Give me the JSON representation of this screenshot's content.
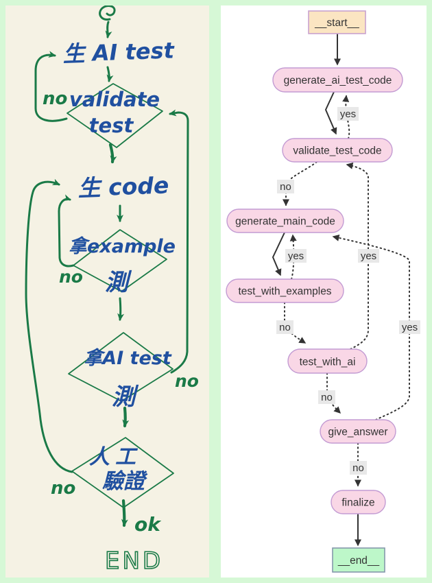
{
  "colors": {
    "page_background": "#d6f8d6",
    "left_panel_background": "#f5f2e4",
    "right_panel_background": "#ffffff",
    "ink_green": "#1a7a47",
    "ink_blue": "#2050a0",
    "node_fill": "#f9d7e6",
    "node_border": "#c39bd3",
    "start_fill": "#fbe5c2",
    "start_border": "#c9a2cf",
    "end_fill": "#bdf7c9",
    "end_border": "#8498ab",
    "edge_color": "#333333",
    "edge_label_background": "#e8e8e8"
  },
  "left_flowchart": {
    "step_generate_ai_test": "生 AI test",
    "decision_validate_line1": "validate",
    "decision_validate_line2": "test",
    "step_generate_code": "生 code",
    "decision_example_line1": "拿example",
    "decision_example_line2": "測",
    "decision_ai_test_line1": "拿AI test",
    "decision_ai_test_line2": "測",
    "decision_manual_line1": "人工",
    "decision_manual_line2": "驗證",
    "label_no_validate": "no",
    "label_no_example": "no",
    "label_no_ai_test": "no",
    "label_no_manual": "no",
    "label_ok": "ok",
    "end_label": "END"
  },
  "right_diagram": {
    "nodes": {
      "start": "__start__",
      "generate_ai_test_code": "generate_ai_test_code",
      "validate_test_code": "validate_test_code",
      "generate_main_code": "generate_main_code",
      "test_with_examples": "test_with_examples",
      "test_with_ai": "test_with_ai",
      "give_answer": "give_answer",
      "finalize": "finalize",
      "end": "__end__"
    },
    "edge_labels": {
      "validate_to_generate_ai": "yes",
      "validate_to_generate_main": "no",
      "examples_to_generate_main": "yes",
      "ai_to_validate": "yes",
      "answer_to_generate_main": "yes",
      "examples_to_ai": "no",
      "ai_to_answer": "no",
      "answer_to_finalize": "no"
    }
  }
}
